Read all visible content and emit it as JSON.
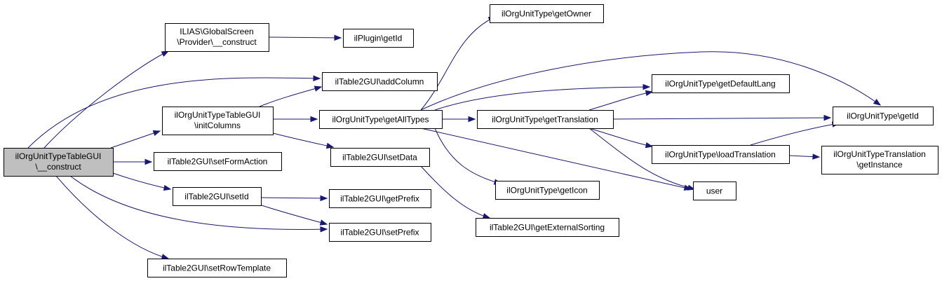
{
  "diagram": {
    "type": "call-graph",
    "colors": {
      "root_fill": "#bfbfbf",
      "node_fill": "#ffffff",
      "border": "#000000",
      "edge": "#191970"
    },
    "nodes": [
      {
        "id": "root",
        "lines": [
          "ilOrgUnitTypeTableGUI",
          "\\__construct"
        ],
        "root": true
      },
      {
        "id": "gs",
        "lines": [
          "ILIAS\\GlobalScreen",
          "\\Provider\\__construct"
        ]
      },
      {
        "id": "plugin",
        "lines": [
          "ilPlugin\\getId"
        ]
      },
      {
        "id": "addcol",
        "lines": [
          "ilTable2GUI\\addColumn"
        ]
      },
      {
        "id": "initcols",
        "lines": [
          "ilOrgUnitTypeTableGUI",
          "\\initColumns"
        ]
      },
      {
        "id": "setform",
        "lines": [
          "ilTable2GUI\\setFormAction"
        ]
      },
      {
        "id": "setid",
        "lines": [
          "ilTable2GUI\\setId"
        ]
      },
      {
        "id": "setrow",
        "lines": [
          "ilTable2GUI\\setRowTemplate"
        ]
      },
      {
        "id": "getalltypes",
        "lines": [
          "ilOrgUnitType\\getAllTypes"
        ]
      },
      {
        "id": "setdata",
        "lines": [
          "ilTable2GUI\\setData"
        ]
      },
      {
        "id": "getprefix",
        "lines": [
          "ilTable2GUI\\getPrefix"
        ]
      },
      {
        "id": "setprefix",
        "lines": [
          "ilTable2GUI\\setPrefix"
        ]
      },
      {
        "id": "getowner",
        "lines": [
          "ilOrgUnitType\\getOwner"
        ]
      },
      {
        "id": "gettrans",
        "lines": [
          "ilOrgUnitType\\getTranslation"
        ]
      },
      {
        "id": "geticon",
        "lines": [
          "ilOrgUnitType\\getIcon"
        ]
      },
      {
        "id": "getextsort",
        "lines": [
          "ilTable2GUI\\getExternalSorting"
        ]
      },
      {
        "id": "getdeflang",
        "lines": [
          "ilOrgUnitType\\getDefaultLang"
        ]
      },
      {
        "id": "loadtrans",
        "lines": [
          "ilOrgUnitType\\loadTranslation"
        ]
      },
      {
        "id": "user",
        "lines": [
          "user"
        ]
      },
      {
        "id": "getid",
        "lines": [
          "ilOrgUnitType\\getId"
        ]
      },
      {
        "id": "transinst",
        "lines": [
          "ilOrgUnitTypeTranslation",
          "\\getInstance"
        ]
      }
    ],
    "edges": [
      [
        "root",
        "gs"
      ],
      [
        "root",
        "addcol"
      ],
      [
        "root",
        "initcols"
      ],
      [
        "root",
        "setform"
      ],
      [
        "root",
        "setid"
      ],
      [
        "root",
        "setprefix"
      ],
      [
        "root",
        "setrow"
      ],
      [
        "gs",
        "plugin"
      ],
      [
        "initcols",
        "addcol"
      ],
      [
        "initcols",
        "getalltypes"
      ],
      [
        "initcols",
        "setdata"
      ],
      [
        "setid",
        "getprefix"
      ],
      [
        "setid",
        "setprefix"
      ],
      [
        "getalltypes",
        "getowner"
      ],
      [
        "getalltypes",
        "getid"
      ],
      [
        "getalltypes",
        "getdeflang"
      ],
      [
        "getalltypes",
        "gettrans"
      ],
      [
        "getalltypes",
        "geticon"
      ],
      [
        "getalltypes",
        "user"
      ],
      [
        "setdata",
        "getextsort"
      ],
      [
        "gettrans",
        "getdeflang"
      ],
      [
        "gettrans",
        "getid"
      ],
      [
        "gettrans",
        "loadtrans"
      ],
      [
        "gettrans",
        "user"
      ],
      [
        "loadtrans",
        "getid"
      ],
      [
        "loadtrans",
        "transinst"
      ]
    ]
  }
}
